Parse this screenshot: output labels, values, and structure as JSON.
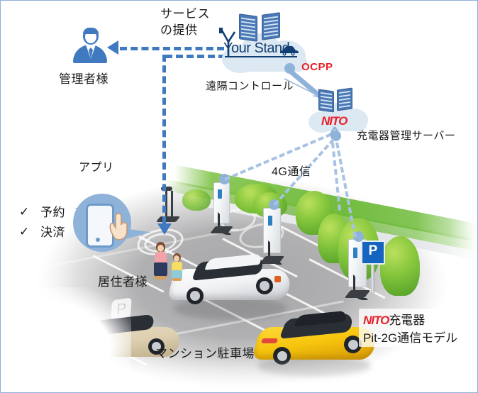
{
  "diagram": {
    "title_labels": {
      "service_provision": "サービス\nの提供",
      "administrator": "管理者様",
      "remote_control": "遠隔コントロール",
      "ocpp": "OCPP",
      "charger_management_server": "充電器管理サーバー",
      "communication_4g": "4G通信",
      "app": "アプリ",
      "resident": "居住者様",
      "parking": "マンション駐車場",
      "charger_product_line1": "充電器",
      "charger_product_line2": "Pit-2G通信モデル"
    },
    "cloud_service": {
      "brand_prefix": "Y",
      "brand_name": "our Stand",
      "logo_name": "your-stand-logo"
    },
    "server_cloud": {
      "brand": "NITO",
      "logo_name": "nito-logo"
    },
    "product_callout": {
      "brand": "NITO",
      "line1": "充電器",
      "line2": "Pit-2G通信モデル"
    },
    "app_features": [
      {
        "check": "✓",
        "label": "予約"
      },
      {
        "check": "✓",
        "label": "決済"
      }
    ],
    "parking_sign": {
      "text": "P"
    },
    "colors": {
      "accent_blue": "#3f7ac0",
      "link_blue": "#8fb2d8",
      "ocpp_red": "#e8202a",
      "nito_red": "#e8202a",
      "server_navy": "#123f73",
      "cloud": "#dce8f2",
      "grass_green": "#6cba37",
      "yellow_car": "#f6c615",
      "border": "#8faede"
    }
  }
}
